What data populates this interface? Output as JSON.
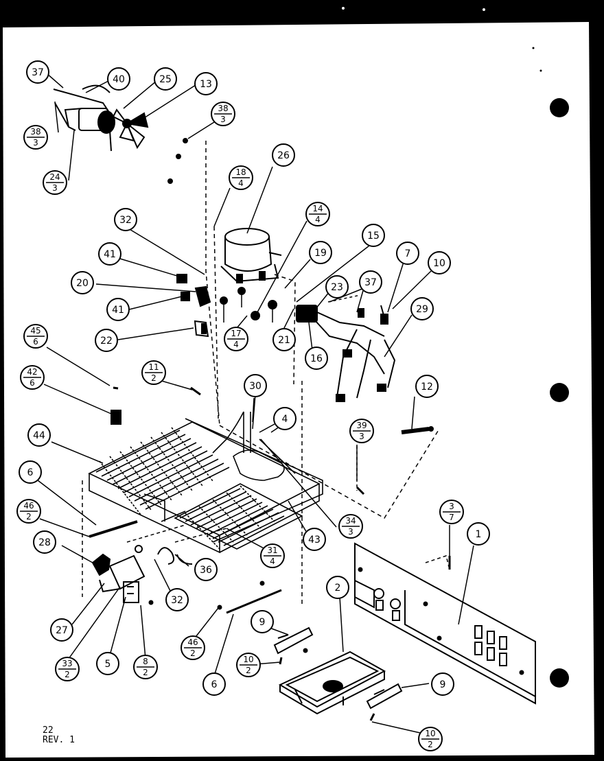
{
  "sheet": {
    "page_number": "22",
    "revision": "REV. 1"
  },
  "callouts": [
    {
      "id": "c-37a",
      "top": "37"
    },
    {
      "id": "c-40",
      "top": "40"
    },
    {
      "id": "c-25",
      "top": "25"
    },
    {
      "id": "c-13",
      "top": "13"
    },
    {
      "id": "c-38-3a",
      "top": "38",
      "bottom": "3"
    },
    {
      "id": "c-38-3b",
      "top": "38",
      "bottom": "3"
    },
    {
      "id": "c-24-3",
      "top": "24",
      "bottom": "3"
    },
    {
      "id": "c-26",
      "top": "26"
    },
    {
      "id": "c-18-4",
      "top": "18",
      "bottom": "4"
    },
    {
      "id": "c-32a",
      "top": "32"
    },
    {
      "id": "c-14-4",
      "top": "14",
      "bottom": "4"
    },
    {
      "id": "c-15",
      "top": "15"
    },
    {
      "id": "c-19",
      "top": "19"
    },
    {
      "id": "c-7",
      "top": "7"
    },
    {
      "id": "c-10",
      "top": "10"
    },
    {
      "id": "c-41a",
      "top": "41"
    },
    {
      "id": "c-20",
      "top": "20"
    },
    {
      "id": "c-41b",
      "top": "41"
    },
    {
      "id": "c-23",
      "top": "23"
    },
    {
      "id": "c-37b",
      "top": "37"
    },
    {
      "id": "c-29",
      "top": "29"
    },
    {
      "id": "c-17-4",
      "top": "17",
      "bottom": "4"
    },
    {
      "id": "c-21",
      "top": "21"
    },
    {
      "id": "c-16",
      "top": "16"
    },
    {
      "id": "c-22",
      "top": "22"
    },
    {
      "id": "c-45-6",
      "top": "45",
      "bottom": "6"
    },
    {
      "id": "c-11-2",
      "top": "11",
      "bottom": "2"
    },
    {
      "id": "c-42-6",
      "top": "42",
      "bottom": "6"
    },
    {
      "id": "c-30",
      "top": "30"
    },
    {
      "id": "c-12",
      "top": "12"
    },
    {
      "id": "c-4",
      "top": "4"
    },
    {
      "id": "c-39-3",
      "top": "39",
      "bottom": "3"
    },
    {
      "id": "c-44",
      "top": "44"
    },
    {
      "id": "c-6a",
      "top": "6"
    },
    {
      "id": "c-46-2a",
      "top": "46",
      "bottom": "2"
    },
    {
      "id": "c-34-3",
      "top": "34",
      "bottom": "3"
    },
    {
      "id": "c-3-7",
      "top": "3",
      "bottom": "7"
    },
    {
      "id": "c-1",
      "top": "1"
    },
    {
      "id": "c-28",
      "top": "28"
    },
    {
      "id": "c-31-4",
      "top": "31",
      "bottom": "4"
    },
    {
      "id": "c-43",
      "top": "43"
    },
    {
      "id": "c-36",
      "top": "36"
    },
    {
      "id": "c-32b",
      "top": "32"
    },
    {
      "id": "c-2",
      "top": "2"
    },
    {
      "id": "c-27",
      "top": "27"
    },
    {
      "id": "c-33-2",
      "top": "33",
      "bottom": "2"
    },
    {
      "id": "c-5",
      "top": "5"
    },
    {
      "id": "c-8-2",
      "top": "8",
      "bottom": "2"
    },
    {
      "id": "c-46-2b",
      "top": "46",
      "bottom": "2"
    },
    {
      "id": "c-9a",
      "top": "9"
    },
    {
      "id": "c-10-2a",
      "top": "10",
      "bottom": "2"
    },
    {
      "id": "c-6b",
      "top": "6"
    },
    {
      "id": "c-9b",
      "top": "9"
    },
    {
      "id": "c-10-2b",
      "top": "10",
      "bottom": "2"
    }
  ]
}
